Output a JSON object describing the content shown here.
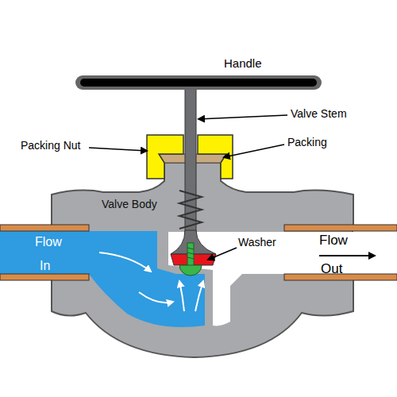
{
  "diagram": {
    "labels": [
      "Handle",
      "Valve Stem",
      "Packing Nut",
      "Packing",
      "Valve Body",
      "Washer",
      "Flow",
      "In",
      "Flow",
      "Out"
    ]
  }
}
